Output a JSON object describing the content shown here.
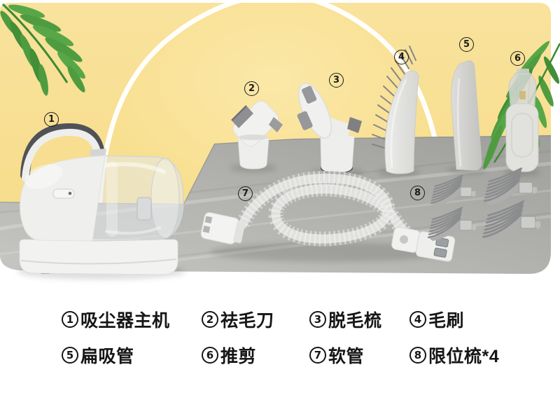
{
  "markers": [
    "1",
    "2",
    "3",
    "4",
    "5",
    "6",
    "7",
    "8"
  ],
  "legend": {
    "items": [
      {
        "num": "1",
        "name": "吸尘器主机"
      },
      {
        "num": "2",
        "name": "祛毛刀"
      },
      {
        "num": "3",
        "name": "脱毛梳"
      },
      {
        "num": "4",
        "name": "毛刷"
      },
      {
        "num": "5",
        "name": "扁吸管"
      },
      {
        "num": "6",
        "name": "推剪"
      },
      {
        "num": "7",
        "name": "软管"
      },
      {
        "num": "8",
        "name": "限位梳*4"
      }
    ]
  },
  "colors": {
    "card_yellow": "#f8e095",
    "dome_yellow_center": "#fbe8a8",
    "dome_yellow_edge": "#f7db85",
    "ring_white": "#ffffff",
    "table_gray_dark": "#9e9e9a",
    "table_gray_light": "#c6c6c3",
    "leaf_green": "#4f9c40",
    "product_white": "#f0f0ee",
    "text": "#161616"
  }
}
